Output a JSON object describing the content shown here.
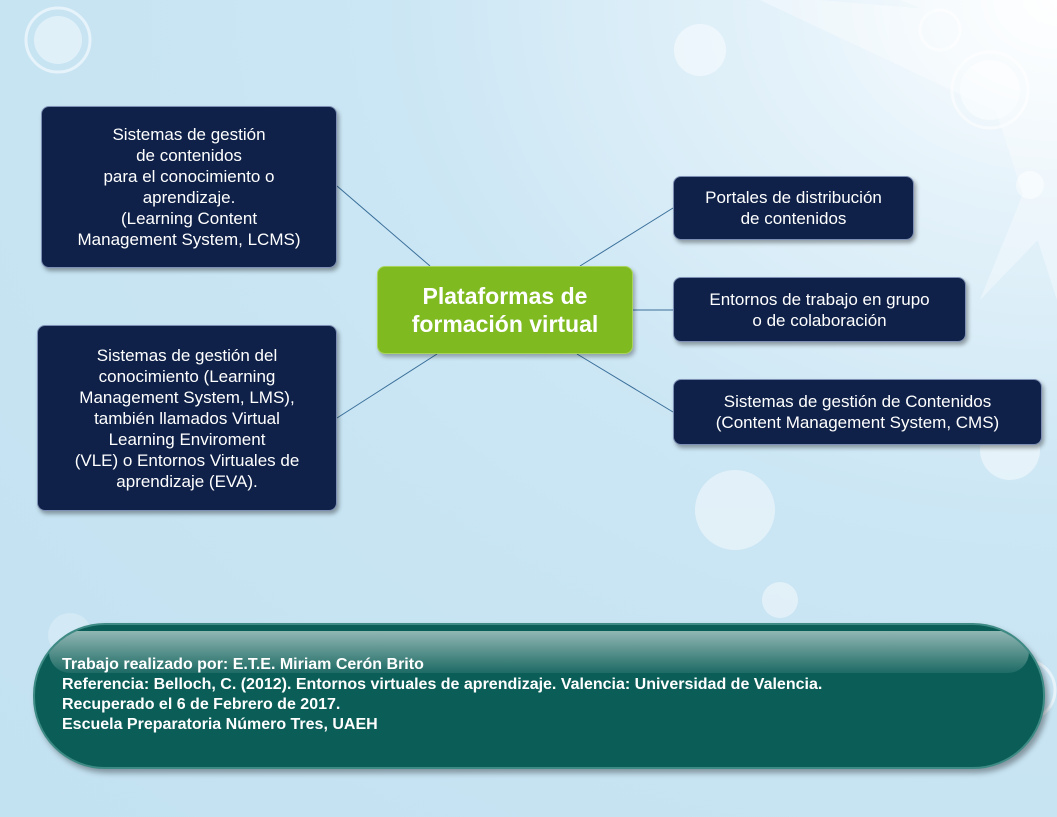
{
  "diagram": {
    "center": "Plataformas de\nformación virtual",
    "left_nodes": [
      "Sistemas de gestión\nde contenidos\npara el conocimiento o\naprendizaje.\n(Learning Content\nManagement System, LCMS)",
      "Sistemas de gestión del\nconocimiento (Learning\nManagement System, LMS),\ntambién llamados Virtual\nLearning Enviroment\n(VLE) o Entornos Virtuales de\naprendizaje (EVA)."
    ],
    "right_nodes": [
      "Portales de distribución\nde contenidos",
      "Entornos de trabajo en grupo\no de colaboración",
      "Sistemas de gestión de Contenidos\n(Content Management System, CMS)"
    ]
  },
  "footer": {
    "lines": [
      "Trabajo realizado por: E.T.E. Miriam Cerón Brito",
      "Referencia: Belloch, C. (2012). Entornos virtuales de aprendizaje. Valencia: Universidad de Valencia.",
      "Recuperado el 6 de Febrero de 2017.",
      "Escuela Preparatoria Número Tres, UAEH"
    ]
  },
  "colors": {
    "node_fill": "#0f2148",
    "center_fill": "#7fba21",
    "footer_fill": "#0b5e58",
    "connector": "#3a6f9a"
  }
}
